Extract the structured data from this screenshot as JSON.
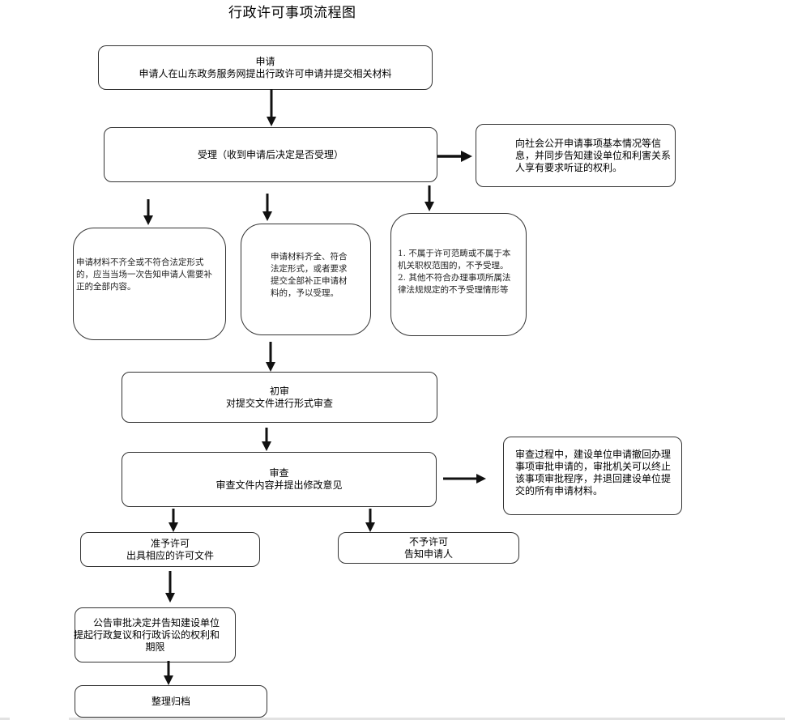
{
  "title": "行政许可事项流程图",
  "nodes": {
    "apply": {
      "lines": [
        "申请",
        "申请人在山东政务服务网提出行政许可申请并提交相关材料"
      ]
    },
    "accept": {
      "lines": [
        "受理（收到申请后决定是否受理）"
      ]
    },
    "publicize": {
      "lines": [
        "向社会公开申请事项基本情况等信",
        "息，并同步告知建设单位和利害关系",
        "人享有要求听证的权利。"
      ]
    },
    "incomplete": {
      "lines": [
        "申请材料不齐全或不符合法定形式",
        "的，应当当场一次告知申请人需要补",
        "正的全部内容。"
      ]
    },
    "complete": {
      "lines": [
        "申请材料齐全、符合",
        "法定形式，或者要求",
        "提交全部补正申请材",
        "料的，予以受理。"
      ]
    },
    "reject": {
      "lines": [
        "1. 不属于许可范畴或不属于本",
        "机关职权范围的，不予受理。",
        "2. 其他不符合办理事项所属法",
        "律法规规定的不予受理情形等"
      ]
    },
    "preliminary": {
      "lines": [
        "初审",
        "对提交文件进行形式审查"
      ]
    },
    "review": {
      "lines": [
        "审查",
        "审查文件内容并提出修改意见"
      ]
    },
    "withdraw": {
      "lines": [
        "审查过程中，建设单位申请撤回办理",
        "事项审批申请的，审批机关可以终止",
        "该事项审批程序，并退回建设单位提",
        "交的所有申请材料。"
      ]
    },
    "approve": {
      "lines": [
        "准予许可",
        "出具相应的许可文件"
      ]
    },
    "deny": {
      "lines": [
        "不予许可",
        "告知申请人"
      ]
    },
    "announce": {
      "lines": [
        "公告审批决定并告知建设单位",
        "提起行政复议和行政诉讼的权利和",
        "期限"
      ]
    },
    "archive": {
      "lines": [
        "整理归档"
      ]
    }
  },
  "colors": {
    "border": "#333333",
    "arrow": "#111111"
  }
}
